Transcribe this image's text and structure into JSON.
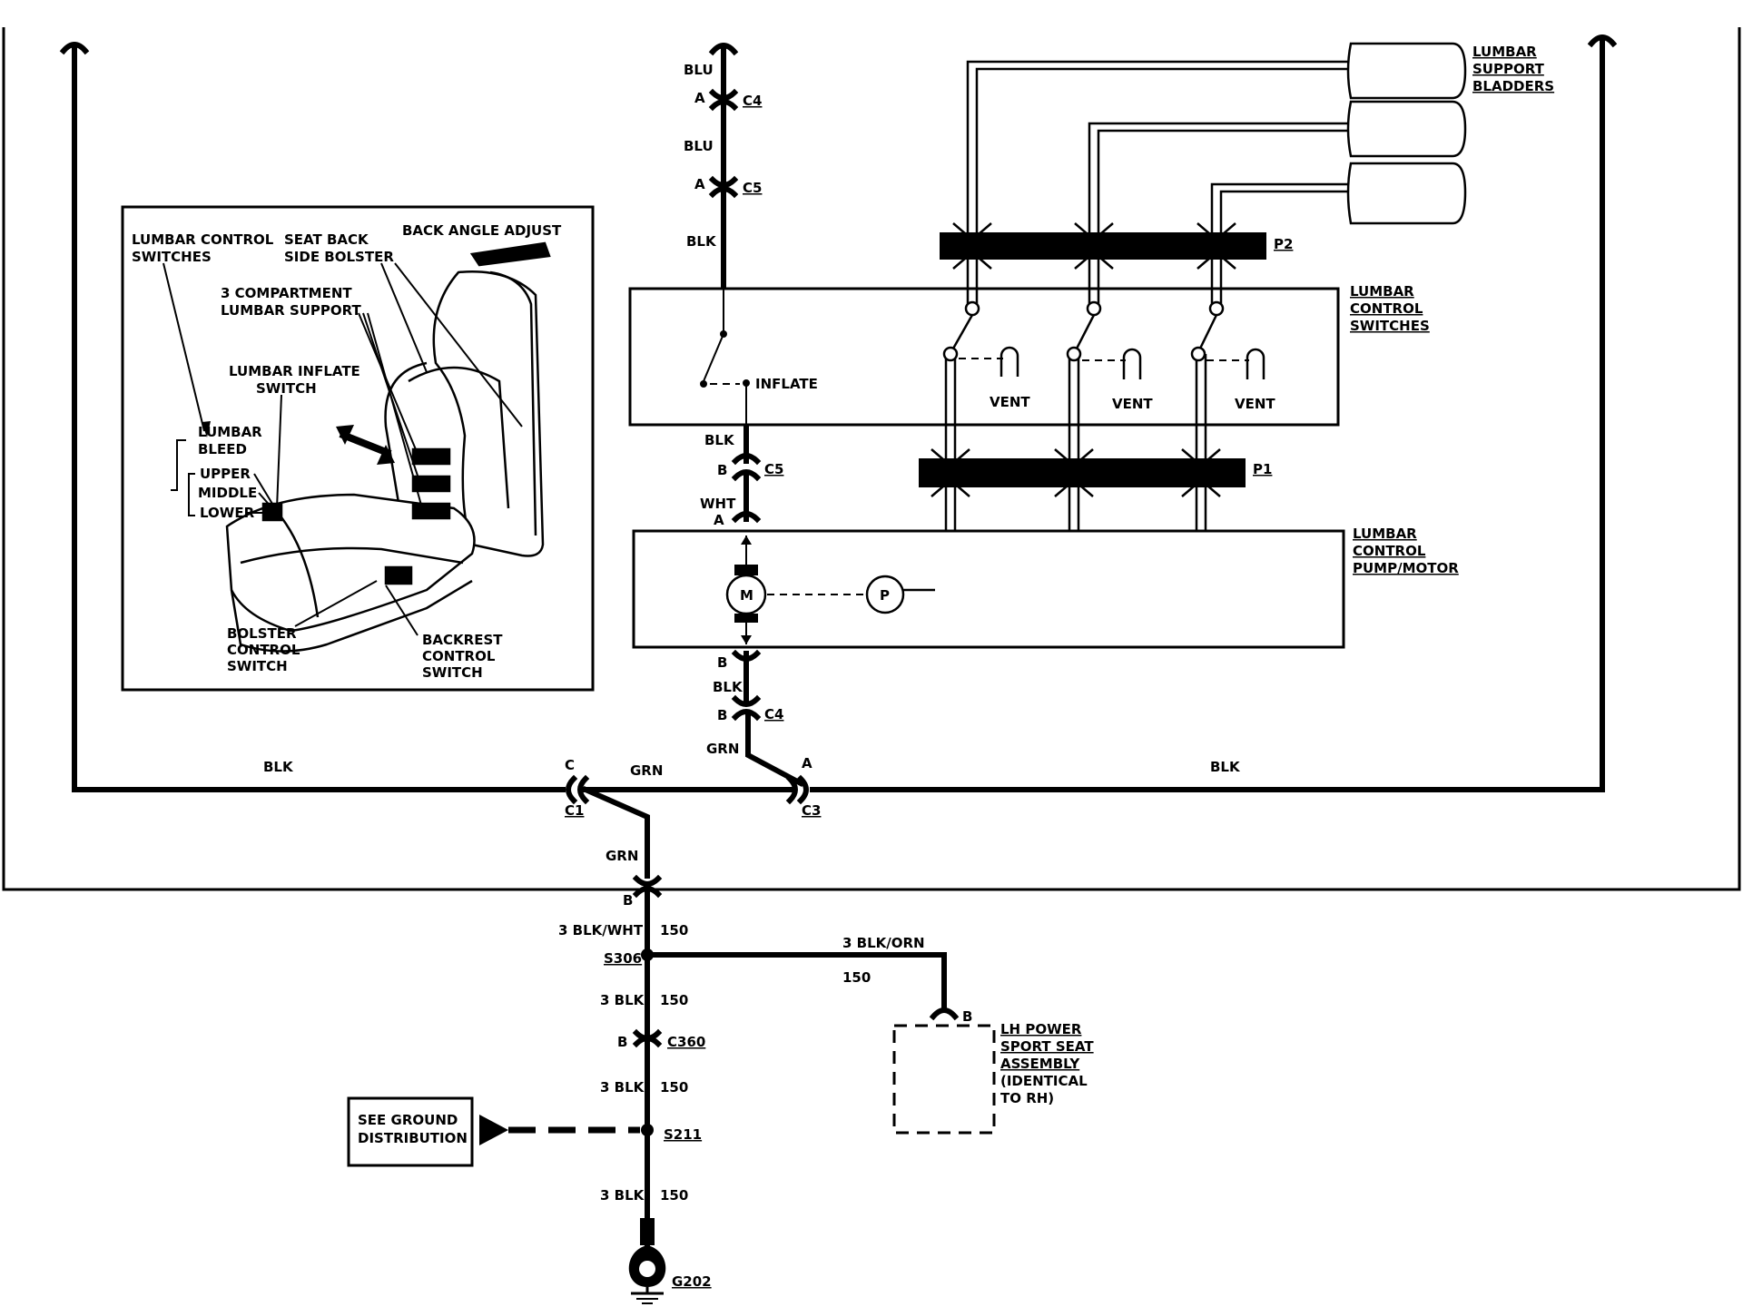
{
  "wires": {
    "blk_left": "BLK",
    "blk_right": "BLK",
    "grn_bus": "GRN",
    "blu_top": "BLU",
    "blu_mid": "BLU",
    "blk_feed": "BLK",
    "blk_switch_out": "BLK",
    "wht_pump_in": "WHT",
    "blk_pump_out": "BLK",
    "grn_pump_out": "GRN",
    "grn_to_bus": "GRN",
    "blkwht_150": "3 BLK/WHT",
    "blkwht_150_num": "150",
    "blkorn": "3 BLK/ORN",
    "blkorn_num": "150",
    "blk_s306": "3 BLK",
    "blk_s306_num": "150",
    "blk_c360": "3 BLK",
    "blk_c360_num": "150",
    "blk_s211": "3 BLK",
    "blk_s211_num": "150"
  },
  "connectors": {
    "c4_top": "C4",
    "c4_top_pin": "A",
    "c5_top": "C5",
    "c5_top_pin": "A",
    "c5_bot": "C5",
    "c5_bot_pin_b": "B",
    "c5_bot_pin_a": "A",
    "pump_out_pin": "B",
    "c4_bot": "C4",
    "c4_bot_pin": "B",
    "c1": "C1",
    "c1_pin": "C",
    "c3": "C3",
    "c3_pin": "A",
    "outer_pin": "B",
    "c360": "C360",
    "c360_pin": "B",
    "lh_seat_pin": "B",
    "p2": "P2",
    "p1": "P1"
  },
  "splices": {
    "s306": "S306",
    "s211": "S211",
    "g202": "G202"
  },
  "components": {
    "bladders": [
      "LUMBAR",
      "SUPPORT",
      "BLADDERS"
    ],
    "switches": [
      "LUMBAR",
      "CONTROL",
      "SWITCHES"
    ],
    "pump": [
      "LUMBAR",
      "CONTROL",
      "PUMP/MOTOR"
    ],
    "inflate": "INFLATE",
    "vent": [
      "VENT",
      "VENT",
      "VENT"
    ],
    "motor": "M",
    "pump_symbol": "P",
    "lh_seat": [
      "LH POWER",
      "SPORT SEAT",
      "ASSEMBLY",
      "(IDENTICAL",
      "TO RH)"
    ],
    "ground_ref": [
      "SEE GROUND",
      "DISTRIBUTION"
    ]
  },
  "inset": {
    "lumbar_control_switches": [
      "LUMBAR CONTROL",
      "SWITCHES"
    ],
    "seat_back_side_bolster": [
      "SEAT BACK",
      "SIDE BOLSTER"
    ],
    "back_angle_adjust": "BACK ANGLE ADJUST",
    "three_compartment": [
      "3 COMPARTMENT",
      "LUMBAR SUPPORT"
    ],
    "lumbar_inflate_switch": [
      "LUMBAR INFLATE",
      "SWITCH"
    ],
    "lumbar_bleed": [
      "LUMBAR",
      "BLEED"
    ],
    "upper": "UPPER",
    "middle": "MIDDLE",
    "lower": "LOWER",
    "bolster_control_switch": [
      "BOLSTER",
      "CONTROL",
      "SWITCH"
    ],
    "backrest_control_switch": [
      "BACKREST",
      "CONTROL",
      "SWITCH"
    ]
  }
}
